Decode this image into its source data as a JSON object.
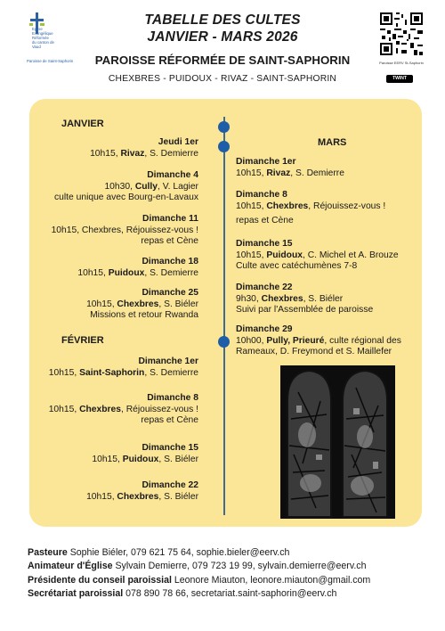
{
  "logo": {
    "lines": [
      "Eglise",
      "Evangélique",
      "Réformée",
      "du canton de",
      "Vaud"
    ],
    "parish": "Paroisse de Saint-Saphorin"
  },
  "header": {
    "title_line1": "TABELLE DES CULTES",
    "title_line2": "JANVIER - MARS 2026",
    "subtitle": "PAROISSE RÉFORMÉE DE SAINT-SAPHORIN",
    "villages": "CHEXBRES - PUIDOUX - RIVAZ - SAINT-SAPHORIN"
  },
  "qr": {
    "caption": "Paroisse EERV St-Saphorin",
    "twint": "TWINT"
  },
  "months": {
    "january": "JANVIER",
    "february": "FÉVRIER",
    "march": "MARS"
  },
  "january": [
    {
      "day": "Jeudi 1er",
      "line1a": "10h15, ",
      "place": "Rivaz",
      "line1b": ", S. Demierre",
      "extra": ""
    },
    {
      "day": "Dimanche 4",
      "line1a": "10h30, ",
      "place": "Cully",
      "line1b": ", V. Lagier",
      "extra": "culte unique avec Bourg-en-Lavaux"
    },
    {
      "day": "Dimanche 11",
      "line1a": "10h15, Chexbres, Réjouissez-vous !",
      "place": "",
      "line1b": "",
      "extra": "repas et Cène"
    },
    {
      "day": "Dimanche 18",
      "line1a": "10h15, ",
      "place": "Puidoux",
      "line1b": ", S. Demierre",
      "extra": ""
    },
    {
      "day": "Dimanche 25",
      "line1a": "10h15, ",
      "place": "Chexbres",
      "line1b": ", S. Biéler",
      "extra": "Missions et retour Rwanda"
    }
  ],
  "february": [
    {
      "day": "Dimanche 1er",
      "line1a": "10h15, ",
      "place": "Saint-Saphorin",
      "line1b": ", S. Demierre",
      "extra": ""
    },
    {
      "day": "Dimanche 8",
      "line1a": "10h15, ",
      "place": "Chexbres",
      "line1b": ", Réjouissez-vous !",
      "extra": "repas et Cène"
    },
    {
      "day": "Dimanche 15",
      "line1a": "10h15, ",
      "place": "Puidoux",
      "line1b": ", S. Biéler",
      "extra": ""
    },
    {
      "day": "Dimanche 22",
      "line1a": "10h15, ",
      "place": "Chexbres",
      "line1b": ", S. Biéler",
      "extra": ""
    }
  ],
  "march": [
    {
      "day": "Dimanche 1er",
      "line1a": "10h15, ",
      "place": "Rivaz",
      "line1b": ", S. Demierre",
      "extra": ""
    },
    {
      "day": "Dimanche 8",
      "line1a": "10h15, ",
      "place": "Chexbres",
      "line1b": ", Réjouissez-vous !",
      "extra": "repas et Cène"
    },
    {
      "day": "Dimanche 15",
      "line1a": "10h15, ",
      "place": "Puidoux",
      "line1b": ", C. Michel et A. Brouze",
      "extra": "Culte avec catéchumènes 7-8"
    },
    {
      "day": "Dimanche 22",
      "line1a": "9h30, ",
      "place": "Chexbres",
      "line1b": ", S. Biéler",
      "extra": "Suivi par l'Assemblée de paroisse"
    },
    {
      "day": "Dimanche 29",
      "line1a": "10h00, ",
      "place": "Pully, Prieuré",
      "line1b": ", culte régional des",
      "extra": "Rameaux, D. Freymond  et S. Maillefer"
    }
  ],
  "contacts": [
    {
      "role": "Pasteure",
      "info": " Sophie Biéler, 079 621 75 64, sophie.bieler@eerv.ch"
    },
    {
      "role": "Animateur d'Église",
      "info": " Sylvain Demierre, 079 723 19 99, sylvain.demierre@eerv.ch"
    },
    {
      "role": "Présidente du conseil paroissial",
      "info": " Leonore Miauton, leonore.miauton@gmail.com"
    },
    {
      "role": "Secrétariat paroissial",
      "info": " 078 890 78 66, secretariat.saint-saphorin@eerv.ch"
    }
  ],
  "colors": {
    "panel": "#fbe597",
    "timeline": "#1e5ea8",
    "logo": "#2b62a6"
  }
}
